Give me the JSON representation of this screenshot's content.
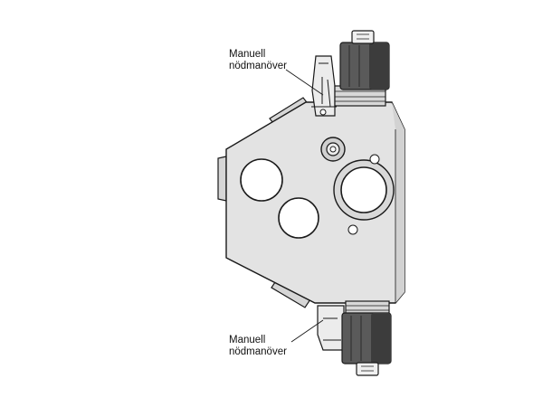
{
  "callouts": {
    "top": {
      "line1": "Manuell",
      "line2": "nödmanöver"
    },
    "bottom": {
      "line1": "Manuell",
      "line2": "nödmanöver"
    }
  },
  "colors": {
    "body_fill": "#e3e3e3",
    "outline": "#1a1a1a",
    "coil_fill": "#5a5a5a",
    "coil_shade": "#3c3c3c",
    "port_fill": "#ffffff"
  }
}
